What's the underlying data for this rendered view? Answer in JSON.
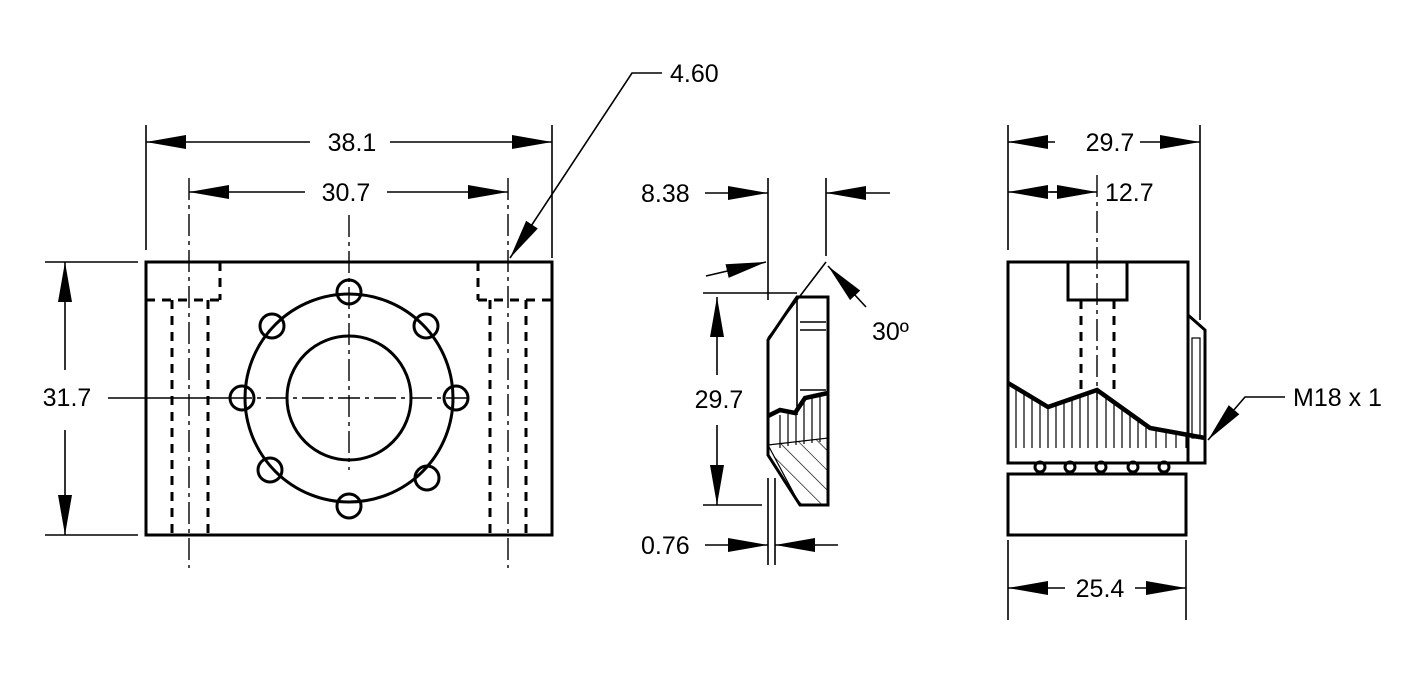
{
  "dimensions": {
    "front_width": "38.1",
    "front_hole_spacing": "30.7",
    "front_height": "31.7",
    "chamfer_leader": "4.60",
    "side_thickness": "8.38",
    "side_height": "29.7",
    "side_offset": "0.76",
    "side_angle": "30º",
    "right_width": "29.7",
    "right_half": "12.7",
    "right_base": "25.4",
    "thread": "M18 x 1"
  }
}
